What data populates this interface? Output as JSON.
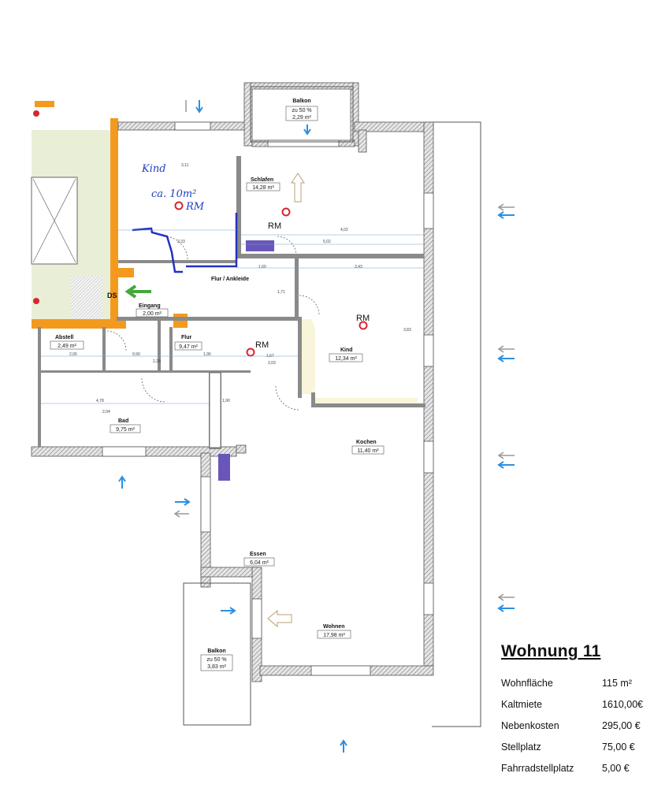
{
  "rooms": {
    "balkon_top": {
      "name": "Balkon",
      "share": "zu 50 %",
      "area": "2,29 m²"
    },
    "kind_left": {
      "name": "Kind",
      "note": "ca. 10m²"
    },
    "schlafen": {
      "name": "Schlafen",
      "area": "14,28 m²"
    },
    "flur_ankleide": {
      "name": "Flur / Ankleide"
    },
    "eingang": {
      "name": "Eingang",
      "area": "2,00 m²"
    },
    "abstell": {
      "name": "Abstell",
      "area": "2,49 m²"
    },
    "flur": {
      "name": "Flur",
      "area": "9,47 m²"
    },
    "kind_right": {
      "name": "Kind",
      "area": "12,34 m²"
    },
    "bad": {
      "name": "Bad",
      "area": "9,75 m²"
    },
    "kochen": {
      "name": "Kochen",
      "area": "11,40 m²"
    },
    "essen": {
      "name": "Essen",
      "area": "6,04 m²"
    },
    "wohnen": {
      "name": "Wohnen",
      "area": "17,98 m²"
    },
    "balkon_bottom": {
      "name": "Balkon",
      "share": "zu 50 %",
      "area": "3,83 m²"
    }
  },
  "marks": {
    "rm": "RM",
    "ds": "DS",
    "rm_handwritten": "RM"
  },
  "dimensions": [
    "3,11",
    "2,33",
    "4,02",
    "5,02",
    "1,60",
    "3,43",
    "1,71",
    "2,06",
    "9,90",
    "1,96",
    "1,67",
    "2,03",
    "4,78",
    "2,04",
    "3,83",
    "1,90",
    "2,28"
  ],
  "info": {
    "title": "Wohnung 11",
    "rows": [
      {
        "label": "Wohnfläche",
        "value": "115 m²"
      },
      {
        "label": "Kaltmiete",
        "value": "1610,00€"
      },
      {
        "label": "Nebenkosten",
        "value": "295,00 €"
      },
      {
        "label": "Stellplatz",
        "value": "75,00 €"
      },
      {
        "label": "Fahrradstellplatz",
        "value": "5,00 €"
      }
    ]
  },
  "colors": {
    "wall": "#6f6f6f",
    "hatch": "#9a9a9a",
    "orange": "#f39a1e",
    "marker_blue": "#2431c2",
    "arrow_blue": "#2b8fe0",
    "rm_circle": "#d8252f",
    "purple": "#6a56b8",
    "green": "#44a83a"
  }
}
